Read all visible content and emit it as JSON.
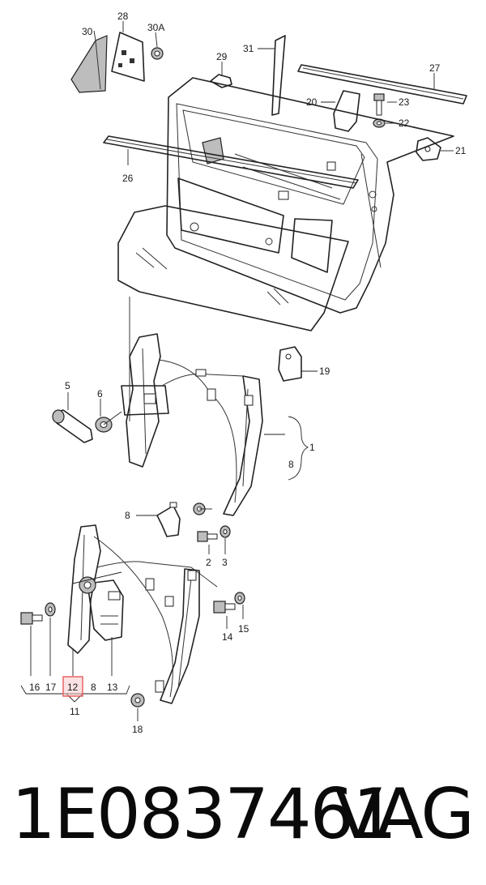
{
  "diagram": {
    "callouts": [
      "30",
      "28",
      "30A",
      "31",
      "29",
      "27",
      "20",
      "23",
      "22",
      "21",
      "26",
      "19",
      "5",
      "6",
      "1",
      "8",
      "8",
      "2",
      "3",
      "14",
      "15",
      "16",
      "17",
      "12",
      "8",
      "13",
      "11",
      "18"
    ],
    "highlighted_callout": "12",
    "highlight_color": "#e85a5a"
  },
  "footer": {
    "part_number": "1E0837461",
    "brand": "VAG"
  }
}
